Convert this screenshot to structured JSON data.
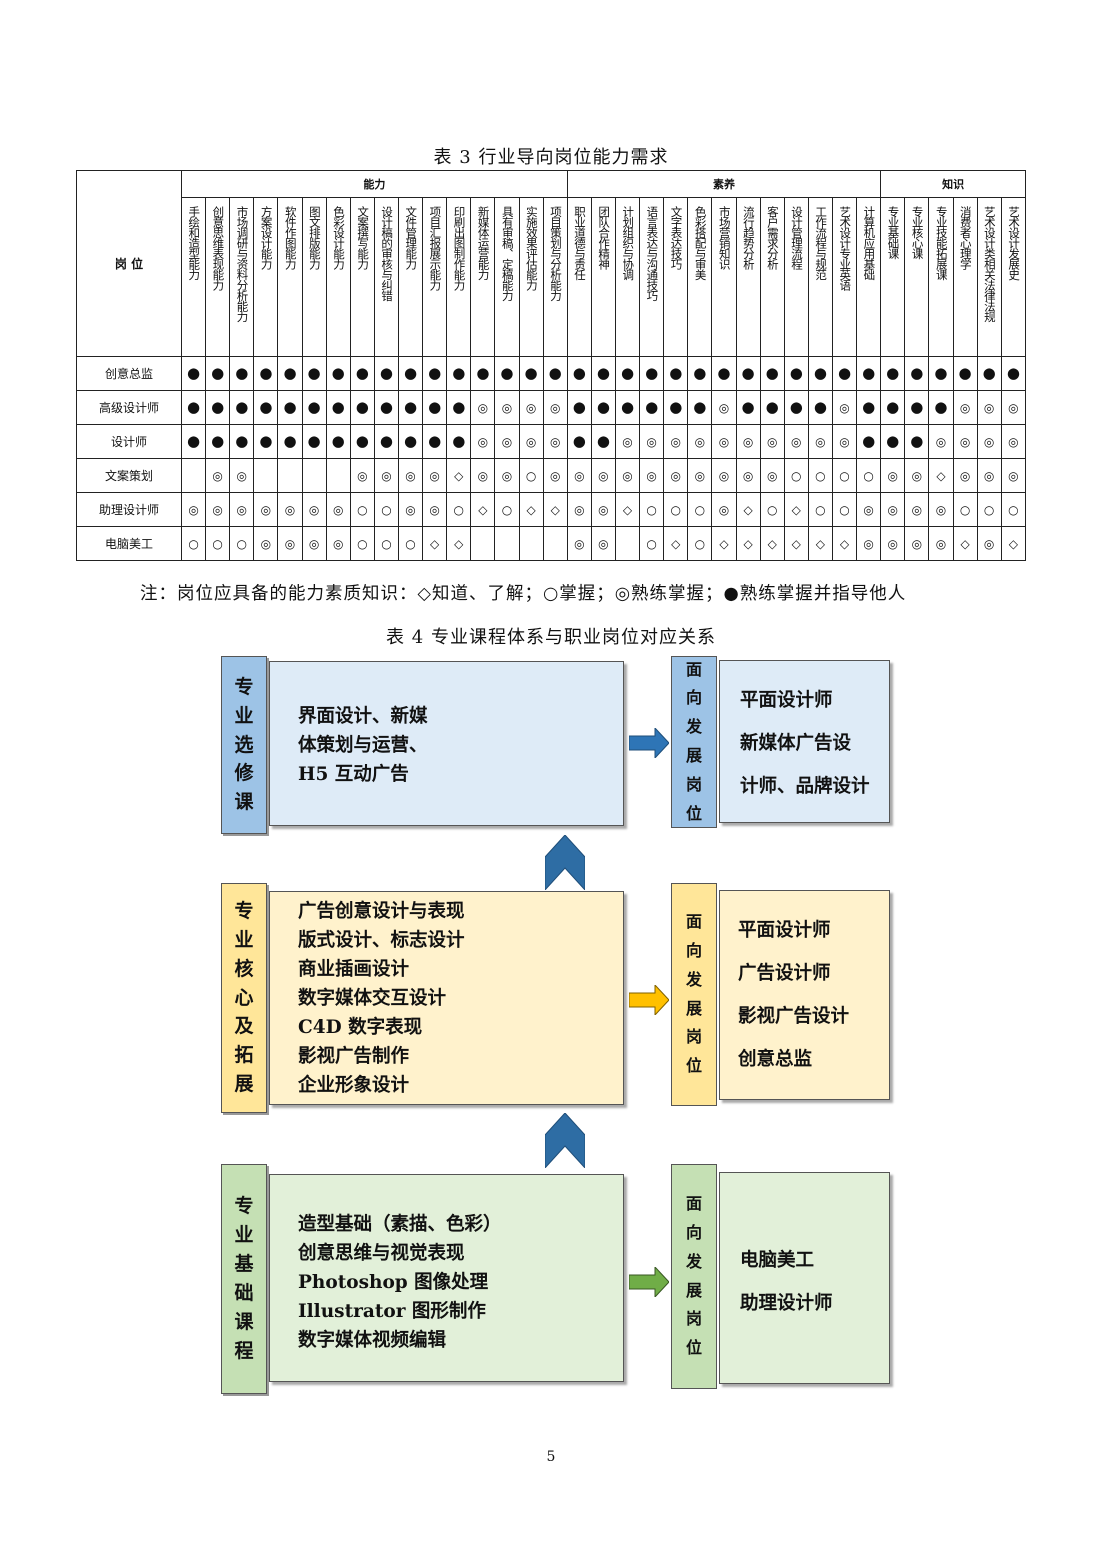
{
  "table3": {
    "caption": "表 3   行业导向岗位能力需求",
    "corner": "岗   位",
    "groups": [
      {
        "name": "能力",
        "columns": [
          "手绘和造型能力",
          "创意思维表现能力",
          "市场调研与资料分析能力",
          "方案设计能力",
          "软件作图能力",
          "图文排版能力",
          "色彩设计能力",
          "文案撰写能力",
          "设计稿的审核与纠错",
          "文件管理能力",
          "项目汇报展示能力",
          "印刷出图制作能力",
          "新媒体运营能力",
          "具有审稿、定稿能力",
          "实施效果评估能力",
          "项目策划与分析能力"
        ]
      },
      {
        "name": "素养",
        "columns": [
          "职业道德与责任",
          "团队合作精神",
          "计划组织与协调",
          "语言表达与沟通技巧",
          "文字表达技巧",
          "色彩搭配与审美",
          "市场营销知识",
          "流行趋势分析",
          "客户需求分析",
          "设计管理流程",
          "工作流程与规范",
          "艺术设计专业英语",
          "计算机应用基础"
        ]
      },
      {
        "name": "知识",
        "columns": [
          "专业基础课",
          "专业核心课",
          "专业技能拓展课",
          "消费者心理学",
          "艺术设计类相关法律法规",
          "艺术设计发展史"
        ]
      }
    ],
    "rows": [
      {
        "label": "创意总监",
        "marks": [
          "●",
          "●",
          "●",
          "●",
          "●",
          "●",
          "●",
          "●",
          "●",
          "●",
          "●",
          "●",
          "●",
          "●",
          "●",
          "●",
          "●",
          "●",
          "●",
          "●",
          "●",
          "●",
          "●",
          "●",
          "●",
          "●",
          "●",
          "●",
          "●",
          "●",
          "●",
          "●",
          "●",
          "●",
          "●"
        ]
      },
      {
        "label": "高级设计师",
        "marks": [
          "●",
          "●",
          "●",
          "●",
          "●",
          "●",
          "●",
          "●",
          "●",
          "●",
          "●",
          "●",
          "◎",
          "◎",
          "◎",
          "◎",
          "●",
          "●",
          "●",
          "●",
          "●",
          "●",
          "◎",
          "●",
          "●",
          "●",
          "●",
          "◎",
          "●",
          "●",
          "●",
          "●",
          "◎",
          "◎",
          "◎"
        ]
      },
      {
        "label": "设计师",
        "marks": [
          "●",
          "●",
          "●",
          "●",
          "●",
          "●",
          "●",
          "●",
          "●",
          "●",
          "●",
          "●",
          "◎",
          "◎",
          "◎",
          "◎",
          "●",
          "●",
          "◎",
          "◎",
          "◎",
          "◎",
          "◎",
          "◎",
          "◎",
          "◎",
          "◎",
          "◎",
          "●",
          "●",
          "●",
          "◎",
          "◎",
          "◎",
          "◎"
        ]
      },
      {
        "label": "文案策划",
        "marks": [
          "",
          "◎",
          "◎",
          "",
          "",
          "",
          "",
          "◎",
          "◎",
          "◎",
          "◎",
          "◇",
          "◎",
          "◎",
          "○",
          "◎",
          "◎",
          "◎",
          "◎",
          "◎",
          "◎",
          "◎",
          "◎",
          "◎",
          "◎",
          "○",
          "○",
          "○",
          "○",
          "◎",
          "◎",
          "◇",
          "◎",
          "◎",
          "◎"
        ]
      },
      {
        "label": "助理设计师",
        "marks": [
          "◎",
          "◎",
          "◎",
          "◎",
          "◎",
          "◎",
          "◎",
          "○",
          "○",
          "◎",
          "◎",
          "○",
          "◇",
          "○",
          "◇",
          "◇",
          "◎",
          "◎",
          "◇",
          "○",
          "○",
          "○",
          "◎",
          "◇",
          "○",
          "◇",
          "○",
          "○",
          "◎",
          "◎",
          "◎",
          "◎",
          "○",
          "○",
          "○"
        ]
      },
      {
        "label": "电脑美工",
        "marks": [
          "○",
          "○",
          "○",
          "◎",
          "◎",
          "◎",
          "◎",
          "○",
          "○",
          "○",
          "◇",
          "◇",
          "",
          "",
          "",
          "",
          "◎",
          "◎",
          "",
          "○",
          "◇",
          "○",
          "◇",
          "◇",
          "◇",
          "◇",
          "◇",
          "◇",
          "◎",
          "◎",
          "◎",
          "◎",
          "◇",
          "◎",
          "◇"
        ]
      }
    ],
    "note": "注：岗位应具备的能力素质知识：◇知道、了解；○掌握；◎熟练掌握；●熟练掌握并指导他人"
  },
  "table4": {
    "caption": "表 4   专业课程体系与职业岗位对应关系",
    "tiers": [
      {
        "label": [
          "专",
          "业",
          "选",
          "修",
          "课"
        ],
        "courses": [
          "界面设计、新媒",
          "体策划与运营、",
          "H5 互动广告"
        ],
        "target_label": [
          "面",
          "向",
          "发",
          "展",
          "岗",
          "位"
        ],
        "targets": [
          "平面设计师",
          "新媒体广告设",
          "计师、品牌设计"
        ]
      },
      {
        "label": [
          "专",
          "业",
          "核",
          "心",
          "及",
          "拓",
          "展"
        ],
        "courses": [
          "广告创意设计与表现",
          "版式设计、标志设计",
          "商业插画设计",
          "数字媒体交互设计",
          "C4D 数字表现",
          "影视广告制作",
          "企业形象设计"
        ],
        "target_label": [
          "面",
          "向",
          "发",
          "展",
          "岗",
          "位"
        ],
        "targets": [
          "平面设计师",
          "广告设计师",
          "影视广告设计",
          "创意总监"
        ]
      },
      {
        "label": [
          "专",
          "业",
          "基",
          "础",
          "课",
          "程"
        ],
        "courses": [
          "造型基础（素描、色彩）",
          "创意思维与视觉表现",
          "Photoshop 图像处理",
          "Illustrator 图形制作",
          "数字媒体视频编辑"
        ],
        "target_label": [
          "面",
          "向",
          "发",
          "展",
          "岗",
          "位"
        ],
        "targets": [
          "电脑美工",
          "助理设计师"
        ]
      }
    ],
    "colors": {
      "blue_label": "#9dc3e6",
      "blue_box": "#deebf7",
      "yellow_label": "#ffe699",
      "yellow_box": "#fff2cc",
      "green_label": "#c5e0b4",
      "green_box": "#e2f0d9",
      "arrow_blue": "#2e75b6",
      "arrow_yellow": "#ffc000",
      "arrow_green": "#70ad47",
      "up_arrow": "#2e6da4"
    }
  },
  "page_number": "5"
}
